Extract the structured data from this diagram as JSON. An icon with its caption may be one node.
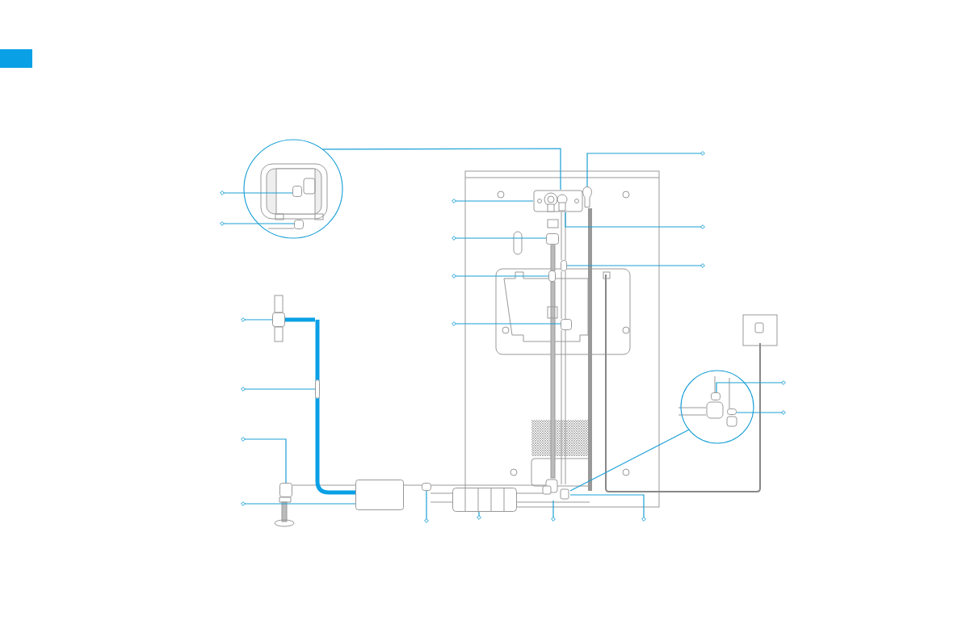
{
  "diagram": {
    "nodes": [
      {
        "text": [],
        "shape": "circle"
      },
      {
        "text": [],
        "shape": "picture"
      },
      {
        "text": [],
        "shape": "circle"
      },
      {
        "text": [],
        "shape": "picture"
      },
      {
        "text": [],
        "shape": "box",
        "in": 0
      },
      {
        "text": [],
        "shape": "box",
        "in": 0
      },
      {
        "text": [],
        "shape": "box"
      },
      {
        "text": [],
        "shape": "box"
      },
      {
        "text": [],
        "shape": "box"
      },
      {
        "text": [],
        "shape": "box"
      },
      {
        "text": [],
        "shape": "box"
      },
      {
        "text": [],
        "shape": "box"
      },
      {
        "text": [],
        "shape": "box"
      },
      {
        "text": [],
        "shape": "box"
      },
      {
        "text": [],
        "shape": "picture"
      },
      {
        "text": [],
        "shape": "picture"
      },
      {
        "text": [],
        "shape": "box"
      },
      {
        "text": [],
        "shape": "box",
        "in": 2
      },
      {
        "text": [],
        "shape": "box",
        "in": 2
      }
    ],
    "edges": [
      {
        "from": 0,
        "to": 1,
        "arrow": "none"
      },
      {
        "from": 2,
        "to": 3,
        "arrow": "none"
      },
      {
        "from": null,
        "to": 4,
        "arrow": "other"
      },
      {
        "from": null,
        "to": 5,
        "arrow": "other"
      },
      {
        "from": null,
        "to": 1,
        "arrow": "other"
      },
      {
        "from": null,
        "to": 6,
        "arrow": "other"
      },
      {
        "from": null,
        "to": 7,
        "arrow": "other"
      },
      {
        "from": null,
        "to": 8,
        "arrow": "other"
      },
      {
        "from": null,
        "to": 9,
        "arrow": "other"
      },
      {
        "from": null,
        "to": 10,
        "arrow": "other"
      },
      {
        "from": null,
        "to": 11,
        "arrow": "other"
      },
      {
        "from": null,
        "to": 12,
        "arrow": "other"
      },
      {
        "from": null,
        "to": 13,
        "arrow": "other"
      },
      {
        "from": null,
        "to": 14,
        "arrow": "other"
      },
      {
        "from": null,
        "to": 3,
        "arrow": "other"
      },
      {
        "from": null,
        "to": 3,
        "arrow": "other"
      },
      {
        "from": null,
        "to": 15,
        "arrow": "other"
      },
      {
        "from": null,
        "to": 1,
        "arrow": "other"
      },
      {
        "from": null,
        "to": 16,
        "arrow": "other"
      },
      {
        "from": null,
        "to": 17,
        "arrow": "other"
      },
      {
        "from": null,
        "to": 18,
        "arrow": "other"
      }
    ]
  }
}
